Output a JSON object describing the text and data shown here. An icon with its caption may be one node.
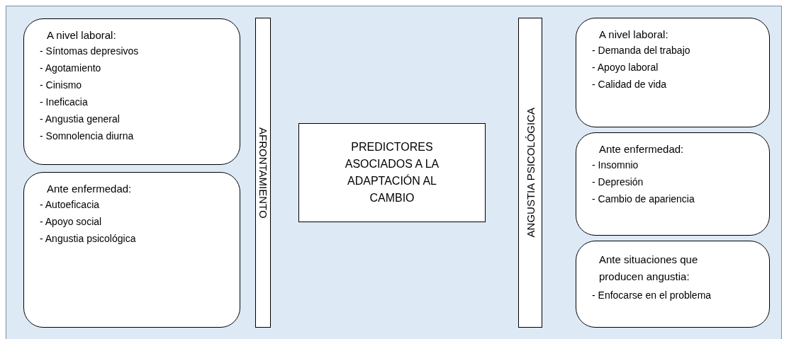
{
  "diagram": {
    "nodes": [
      {
        "text": [],
        "shape": "box"
      },
      {
        "text": [
          "A nivel laboral:",
          "- Síntomas depresivos",
          "- Agotamiento",
          "- Cinismo",
          "- Ineficacia",
          "- Angustia general",
          "- Somnolencia diurna"
        ],
        "in": 0
      },
      {
        "text": [
          "Ante enfermedad:",
          "- Autoeficacia",
          "- Apoyo social",
          "- Angustia psicológica"
        ],
        "in": 0
      },
      {
        "text": [
          "AFRONTAMIENTO"
        ],
        "in": 0
      },
      {
        "text": [
          "PREDICTORES ASOCIADOS A LA ADAPTACIÓN AL CAMBIO"
        ],
        "in": 0
      },
      {
        "text": [
          "ANGUSTIA PSICOLÓGICA"
        ],
        "in": 0
      },
      {
        "text": [
          "A nivel laboral:",
          "- Demanda del trabajo",
          "- Apoyo laboral",
          "- Calidad de vida"
        ],
        "in": 0
      },
      {
        "text": [
          "Ante enfermedad:",
          "- Insomnio",
          "- Depresión",
          "- Cambio de apariencia"
        ],
        "in": 0
      },
      {
        "text": [
          "Ante situaciones que producen angustia:",
          "- Enfocarse en el problema"
        ],
        "in": 0
      }
    ],
    "edges": []
  }
}
